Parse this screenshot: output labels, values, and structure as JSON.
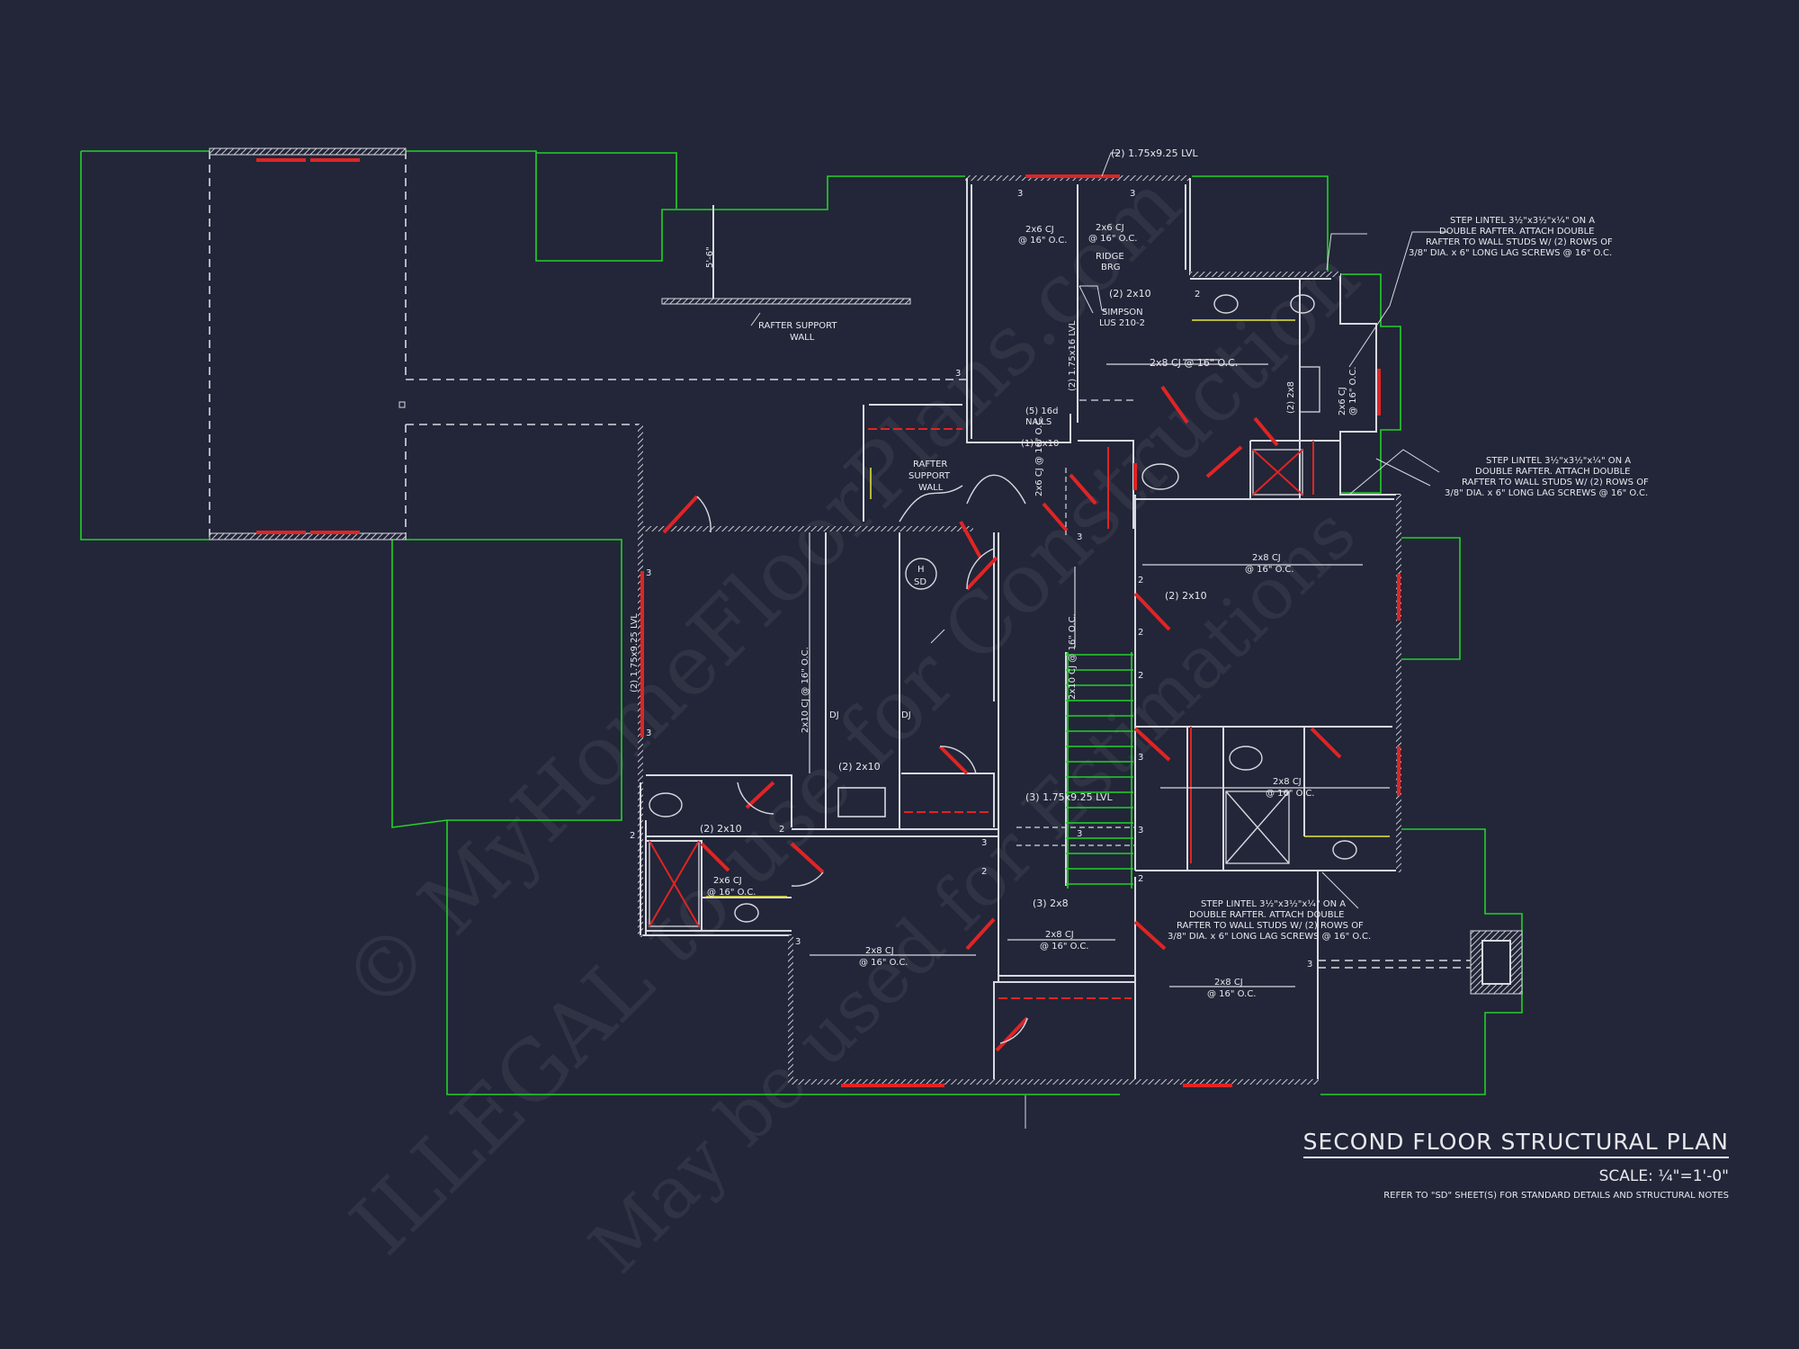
{
  "title": "SECOND FLOOR STRUCTURAL PLAN",
  "scale": "SCALE: ¼\"=1'-0\"",
  "note": "REFER TO \"SD\" SHEET(S) FOR STANDARD DETAILS AND STRUCTURAL NOTES",
  "watermark": {
    "line1": "© MyHomeFloorPlans.com",
    "line2": "ILLEGAL to use for Construction",
    "line3": "May be used for Estimations"
  },
  "labels": {
    "lvl_top": "(2) 1.75x9.25 LVL",
    "cj_top_left_a": "2x6 CJ",
    "cj_top_left_b": "@ 16\" O.C.",
    "cj_top_right_a": "2x6 CJ",
    "cj_top_right_b": "@ 16\" O.C.",
    "ridge_a": "RIDGE",
    "ridge_b": "BRG",
    "two_2x10_a": "(2) 2x10",
    "simpson_a": "SIMPSON",
    "simpson_b": "LUS 210-2",
    "lvl_vert": "(2) 1.75x16 LVL",
    "nails_a": "(5) 16d",
    "nails_b": "NAILS",
    "one_2x10": "(1) 2x10",
    "cj_2x8_upper": "2x8 CJ @ 16\" O.C.",
    "two_2x8_vert": "(2) 2x8",
    "cj_2x6_vert_a": "2x6 CJ",
    "cj_2x6_vert_b": "@ 16\" O.C.",
    "rafter_support_a": "RAFTER SUPPORT",
    "rafter_support_b": "WALL",
    "dim_5_6": "5'-6\"",
    "rafter_support2_a": "RAFTER",
    "rafter_support2_b": "SUPPORT",
    "rafter_support2_c": "WALL",
    "cj_2x6_vert_mid": "2x6 CJ @ 16\" O.C.",
    "step_lintel_1_a": "STEP LINTEL 3½\"x3½\"x¼\" ON A",
    "step_lintel_1_b": "DOUBLE RAFTER.  ATTACH DOUBLE",
    "step_lintel_1_c": "RAFTER TO WALL STUDS W/ (2) ROWS OF",
    "step_lintel_1_d": "3/8\" DIA. x 6\" LONG LAG SCREWS @ 16\" O.C.",
    "step_lintel_2_a": "STEP LINTEL 3½\"x3½\"x¼\" ON A",
    "step_lintel_2_b": "DOUBLE RAFTER.  ATTACH DOUBLE",
    "step_lintel_2_c": "RAFTER TO WALL STUDS W/ (2) ROWS OF",
    "step_lintel_2_d": "3/8\" DIA. x 6\" LONG LAG SCREWS @ 16\" O.C.",
    "step_lintel_3_a": "STEP LINTEL 3½\"x3½\"x¼\" ON A",
    "step_lintel_3_b": "DOUBLE RAFTER.  ATTACH DOUBLE",
    "step_lintel_3_c": "RAFTER TO WALL STUDS W/ (2) ROWS OF",
    "step_lintel_3_d": "3/8\" DIA. x 6\" LONG LAG SCREWS @ 16\" O.C.",
    "sd_h": "H",
    "sd_sd": "SD",
    "cj_2x8_br_a": "2x8 CJ",
    "cj_2x8_br_b": "@ 16\" O.C.",
    "two_2x10_right": "(2) 2x10",
    "lvl_left_vert": "(2) 1.75x9.25 LVL",
    "cj_2x10_vert": "2x10 CJ @ 16\" O.C.",
    "dj1": "DJ",
    "dj2": "DJ",
    "two_2x10_mid": "(2) 2x10",
    "cj_2x10_stair": "2x10 CJ @ 16\" O.C.",
    "lvl_3": "(3) 1.75x9.25 LVL",
    "cj_2x8_bath_a": "2x8 CJ",
    "cj_2x8_bath_b": "@ 16\" O.C.",
    "two_2x10_left": "(2) 2x10",
    "cj_2x6_lbath_a": "2x6 CJ",
    "cj_2x6_lbath_b": "@ 16\" O.C.",
    "three_2x8": "(3) 2x8",
    "cj_2x8_hall_a": "2x8 CJ",
    "cj_2x8_hall_b": "@ 16\" O.C.",
    "cj_2x8_bl_a": "2x8 CJ",
    "cj_2x8_bl_b": "@ 16\" O.C.",
    "cj_2x8_br2_a": "2x8 CJ",
    "cj_2x8_br2_b": "@ 16\" O.C."
  },
  "post_marks": [
    "3",
    "3",
    "3",
    "2",
    "3",
    "3",
    "3",
    "2",
    "2",
    "2",
    "3",
    "3",
    "3",
    "2",
    "2",
    "2",
    "3",
    "3",
    "2",
    "3"
  ],
  "colors": {
    "background": "#222638",
    "line": "#d8d8e0",
    "roof_outline": "#22d12a",
    "header": "#e02424"
  }
}
